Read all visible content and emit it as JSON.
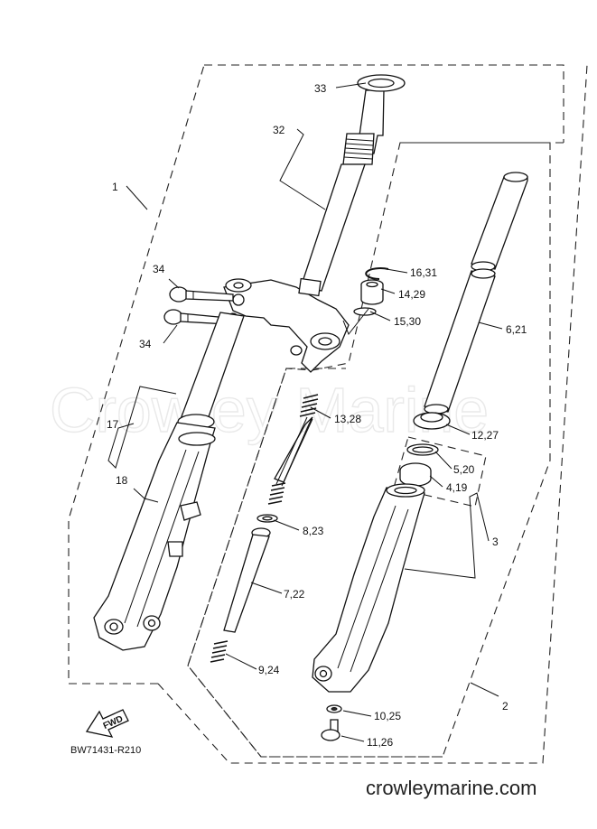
{
  "watermark": "Crowley Marine",
  "site": "crowleymarine.com",
  "drawing_code": "BW71431-R210",
  "fwd_label": "FWD",
  "callouts": {
    "c1": "1",
    "c2": "2",
    "c3": "3",
    "c17": "17",
    "c18": "18",
    "c32": "32",
    "c33": "33",
    "c34a": "34",
    "c34b": "34",
    "c16_31": "16,31",
    "c14_29": "14,29",
    "c15_30": "15,30",
    "c6_21": "6,21",
    "c13_28": "13,28",
    "c12_27": "12,27",
    "c5_20": "5,20",
    "c4_19": "4,19",
    "c8_23": "8,23",
    "c7_22": "7,22",
    "c9_24": "9,24",
    "c10_25": "10,25",
    "c11_26": "11,26"
  }
}
